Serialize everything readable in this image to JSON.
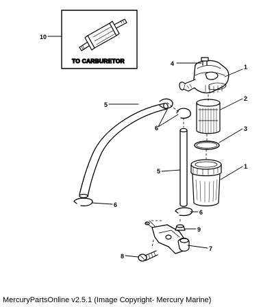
{
  "inset": {
    "label": "TO CARBURETOR"
  },
  "callouts": {
    "n1_top": "1",
    "n1_bottom": "1",
    "n2": "2",
    "n3": "3",
    "n4": "4",
    "n5_hose": "5",
    "n5_tube": "5",
    "n6_upper": "6",
    "n6_hose_end": "6",
    "n6_tube_end": "6",
    "n7": "7",
    "n8": "8",
    "n9": "9",
    "n10": "10"
  },
  "footer": {
    "text": "MercuryPartsOnline v2.5.1 (Image Copyright- Mercury Marine)"
  }
}
